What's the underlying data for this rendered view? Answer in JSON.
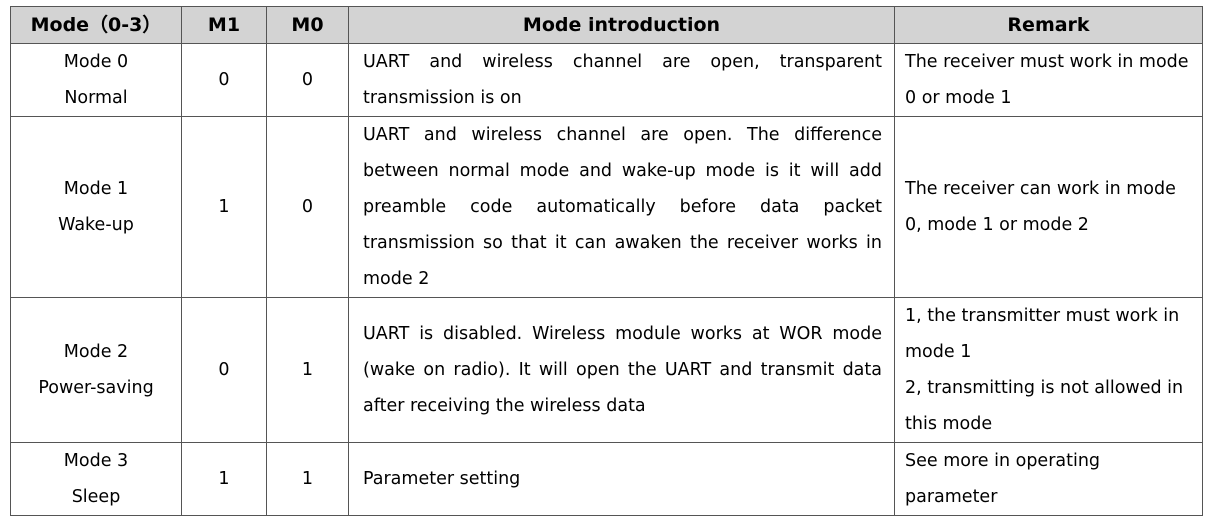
{
  "headers": [
    "Mode（0-3）",
    "M1",
    "M0",
    "Mode introduction",
    "Remark"
  ],
  "rows": [
    {
      "mode": "Mode 0",
      "mode_name": "Normal",
      "m1": "0",
      "m0": "0",
      "intro": "UART and wireless channel are open, transparent transmission is on",
      "remark": "The receiver must work in mode 0 or mode 1"
    },
    {
      "mode": "Mode 1",
      "mode_name": "Wake-up",
      "m1": "1",
      "m0": "0",
      "intro": "UART and wireless channel are open. The difference between normal mode and wake-up mode is it will add preamble code automatically before data packet transmission so that it can awaken the receiver works in mode 2",
      "remark": "The receiver can work in mode 0, mode 1 or mode 2"
    },
    {
      "mode": "Mode 2",
      "mode_name": "Power-saving",
      "m1": "0",
      "m0": "1",
      "intro": "UART is disabled. Wireless module works at WOR mode (wake on radio). It will open the UART and transmit data after receiving the wireless data",
      "remark_lines": [
        "1, the transmitter must work in mode 1",
        "2, transmitting is not allowed in this mode"
      ]
    },
    {
      "mode": "Mode 3",
      "mode_name": "Sleep",
      "m1": "1",
      "m0": "1",
      "intro": "Parameter setting",
      "remark": "See more in operating parameter"
    }
  ]
}
